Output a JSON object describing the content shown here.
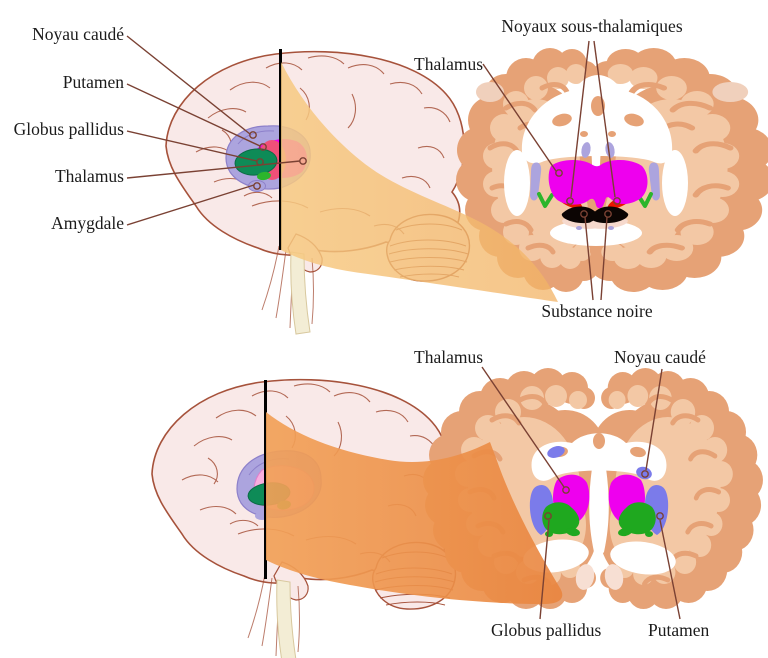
{
  "figure": {
    "top_panel": {
      "lateral_labels": [
        "Noyau caudé",
        "Putamen",
        "Globus pallidus",
        "Thalamus",
        "Amygdale"
      ],
      "coronal_labels": {
        "subthalamic_nuclei": "Noyaux sous-thalamiques",
        "thalamus": "Thalamus",
        "substantia_nigra": "Substance noire"
      }
    },
    "bottom_panel": {
      "coronal_labels": {
        "thalamus": "Thalamus",
        "caudate_nucleus": "Noyau caudé",
        "globus_pallidus": "Globus pallidus",
        "putamen": "Putamen"
      }
    }
  },
  "palette": {
    "label_text": "#1b1b1b",
    "leader_line": "#7a4133",
    "brain_fill": "#f9e9e8",
    "brain_outline": "#a6523b",
    "cut_line": "#000000",
    "beam_top": "#f6c478",
    "beam_bottom": "#ec8c45",
    "cortex": "#e6a276",
    "cortex_inner": "#f3c8a5",
    "white_matter": "#ffffff",
    "thalamus_magenta": "#ee00ee",
    "lateral_putamen_green": "#0e8b57",
    "bright_green": "#2cb52c",
    "globus_green": "#1fa81f",
    "putamen_blue": "#7b7bea",
    "caudate_lavender": "#aca4de",
    "subthalamic_red": "#e91500",
    "substantia_nigra_black": "#0c0503",
    "lateral_pink": "#f8aedf",
    "lateral_crimson": "#ef5078",
    "spinal_cord": "#f3edd5"
  }
}
